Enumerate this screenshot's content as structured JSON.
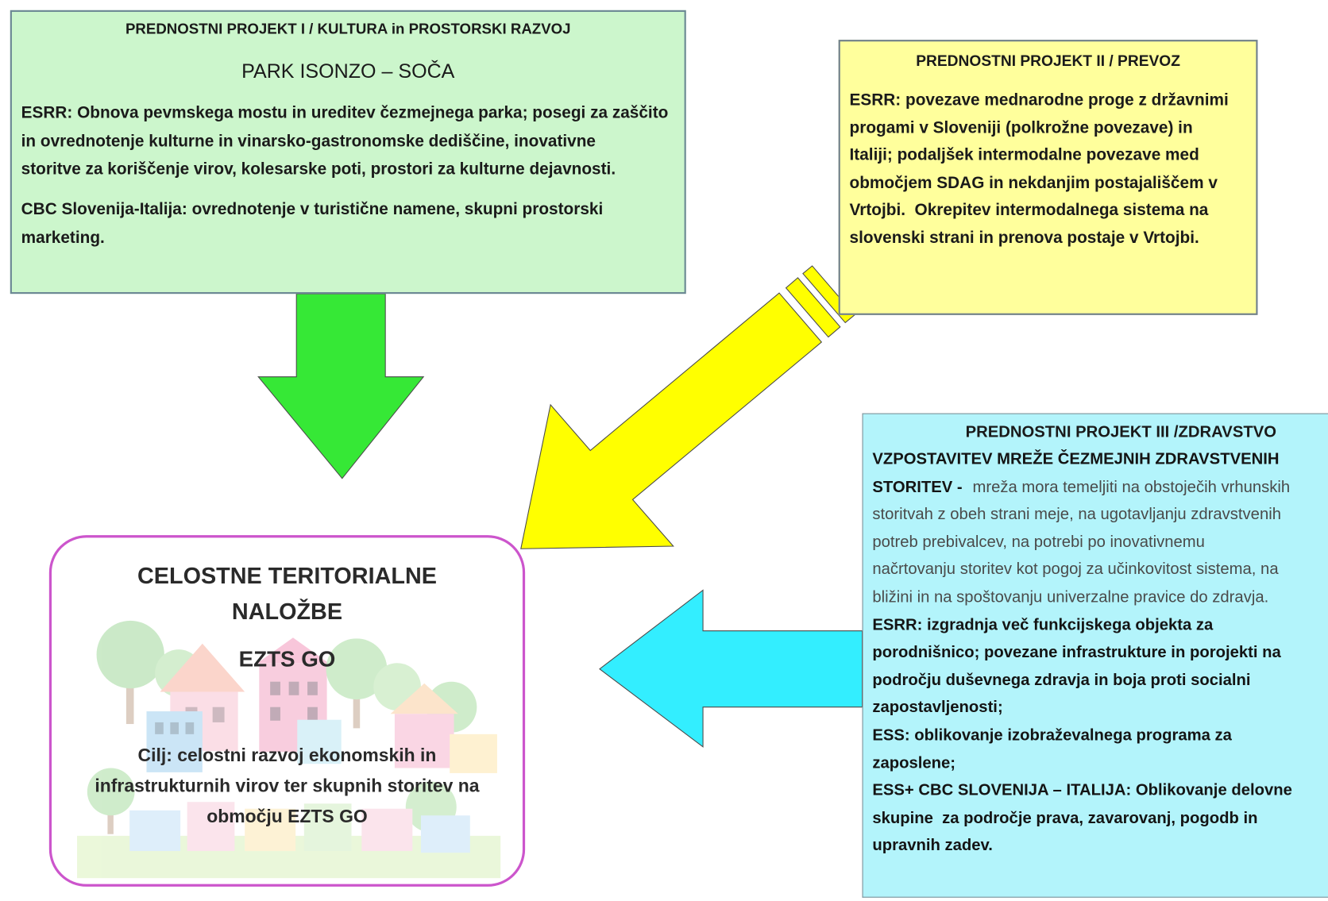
{
  "priority_project_1": {
    "header": "PREDNOSTNI PROJEKT I / KULTURA in PROSTORSKI RAZVOJ",
    "title": "PARK ISONZO – SOČA",
    "paragraphs": [
      {
        "lines": [
          "ESRR: Obnova pevmskega mostu in ureditev čezmejnega parka; posegi za zaščito",
          "in ovrednotenje kulturne in vinarsko-gastronomske dediščine, inovativne",
          "storitve za koriščenje virov, kolesarske poti, prostori za kulturne dejavnosti."
        ]
      },
      {
        "lines": [
          "CBC Slovenija-Italija: ovrednotenje v turistične namene, skupni prostorski",
          "marketing."
        ]
      }
    ]
  },
  "priority_project_2": {
    "header": "PREDNOSTNI PROJEKT II / PREVOZ",
    "lines": [
      "ESRR: povezave mednarodne proge z državnimi",
      "progami v Sloveniji (polkrožne povezave) in",
      "Italiji; podaljšek intermodalne povezave med",
      "območjem SDAG in nekdanjim postajališčem v",
      "Vrtojbi.  Okrepitev intermodalnega sistema na",
      "slovenski strani in prenova postaje v Vrtojbi."
    ]
  },
  "priority_project_3": {
    "header": "PREDNOSTNI PROJEKT III /ZDRAVSTVO",
    "title_lines": [
      "VZPOSTAVITEV MREŽE ČEZMEJNIH ZDRAVSTVENIH",
      "STORITEV -"
    ],
    "description_lines": [
      "mreža mora temeljiti na obstoječih vrhunskih",
      "storitvah z obeh strani meje, na ugotavljanju zdravstvenih",
      "potreb prebivalcev, na potrebi po inovativnemu",
      "načrtovanju storitev kot pogoj za učinkovitost sistema, na",
      "bližini in na spoštovanju univerzalne pravice do zdravja."
    ],
    "measures_lines": [
      "ESRR: izgradnja več funkcijskega objekta za",
      "porodnišnico; povezane infrastrukture in porojekti na",
      "področju duševnega zdravja in boja proti socialni",
      "zapostavljenosti;",
      "ESS: oblikovanje izobraževalnega programa za",
      "zaposlene;",
      "ESS+ CBC SLOVENIJA – ITALIJA: Oblikovanje delovne",
      "skupine  za področje prava, zavarovanj, pogodb in",
      "upravnih zadev."
    ]
  },
  "central_box": {
    "title_lines": [
      "CELOSTNE TERITORIALNE",
      "NALOŽBE"
    ],
    "subtitle": "EZTS GO",
    "goal_lines": [
      "Cilj: celostni razvoj ekonomskih in",
      "infrastrukturnih virov ter skupnih storitev na",
      "območju EZTS GO"
    ]
  },
  "colors": {
    "green_box_fill": "#ccf6cc",
    "yellow_box_fill": "#ffff9c",
    "cyan_box_fill": "#b3f4fb",
    "central_box_border": "#cc55cc",
    "green_arrow": "#36e836",
    "yellow_arrow": "#ffff00",
    "cyan_arrow": "#33eeff"
  }
}
